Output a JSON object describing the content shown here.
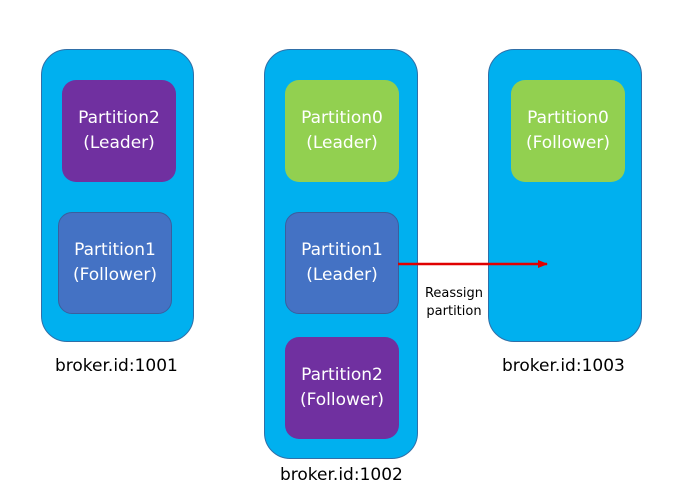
{
  "colors": {
    "broker_fill": "#00b0ef",
    "broker_border": "#2f6fa8",
    "leader_purple": "#7030a0",
    "follower_purple": "#7030a0",
    "follower_blue": "#4472c4",
    "green": "#92d050",
    "arrow": "#e00000"
  },
  "brokers": [
    {
      "label": "broker.id:1001",
      "partitions": [
        {
          "name": "Partition2",
          "role": "(Leader)",
          "color": "#7030a0"
        },
        {
          "name": "Partition1",
          "role": "(Follower)",
          "color": "#4472c4"
        }
      ]
    },
    {
      "label": "broker.id:1002",
      "partitions": [
        {
          "name": "Partition0",
          "role": "(Leader)",
          "color": "#92d050"
        },
        {
          "name": "Partition1",
          "role": "(Leader)",
          "color": "#4472c4"
        },
        {
          "name": "Partition2",
          "role": "(Follower)",
          "color": "#7030a0"
        }
      ]
    },
    {
      "label": "broker.id:1003",
      "partitions": [
        {
          "name": "Partition0",
          "role": "(Follower)",
          "color": "#92d050"
        }
      ]
    }
  ],
  "arrow": {
    "label_line1": "Reassign",
    "label_line2": "partition"
  }
}
